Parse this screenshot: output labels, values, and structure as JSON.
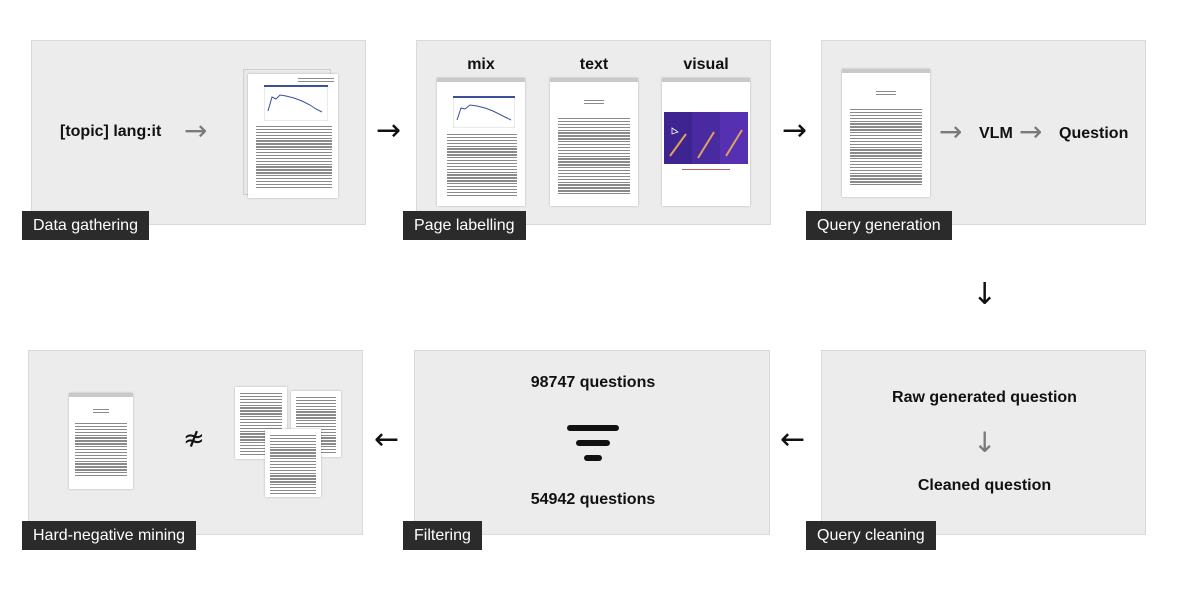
{
  "stages": {
    "data_gathering": {
      "label": "Data gathering",
      "query": "[topic] lang:it"
    },
    "page_labelling": {
      "label": "Page labelling",
      "categories": [
        "mix",
        "text",
        "visual"
      ]
    },
    "query_generation": {
      "label": "Query generation",
      "model": "VLM",
      "output": "Question"
    },
    "query_cleaning": {
      "label": "Query cleaning",
      "input": "Raw generated question",
      "output": "Cleaned question"
    },
    "filtering": {
      "label": "Filtering",
      "before": "98747 questions",
      "after": "54942 questions"
    },
    "hard_negative_mining": {
      "label": "Hard-negative mining"
    }
  },
  "icons": {
    "flow_arrow": "right-arrow-icon",
    "filter": "filter-icon",
    "not_similar": "not-approximately-equal-icon",
    "document": "document-page-icon"
  },
  "colors": {
    "panel_bg": "#ececec",
    "tag_bg": "#2b2b2b",
    "chart_line": "#3b4f9a",
    "visual_page": "#4a2aa0"
  }
}
